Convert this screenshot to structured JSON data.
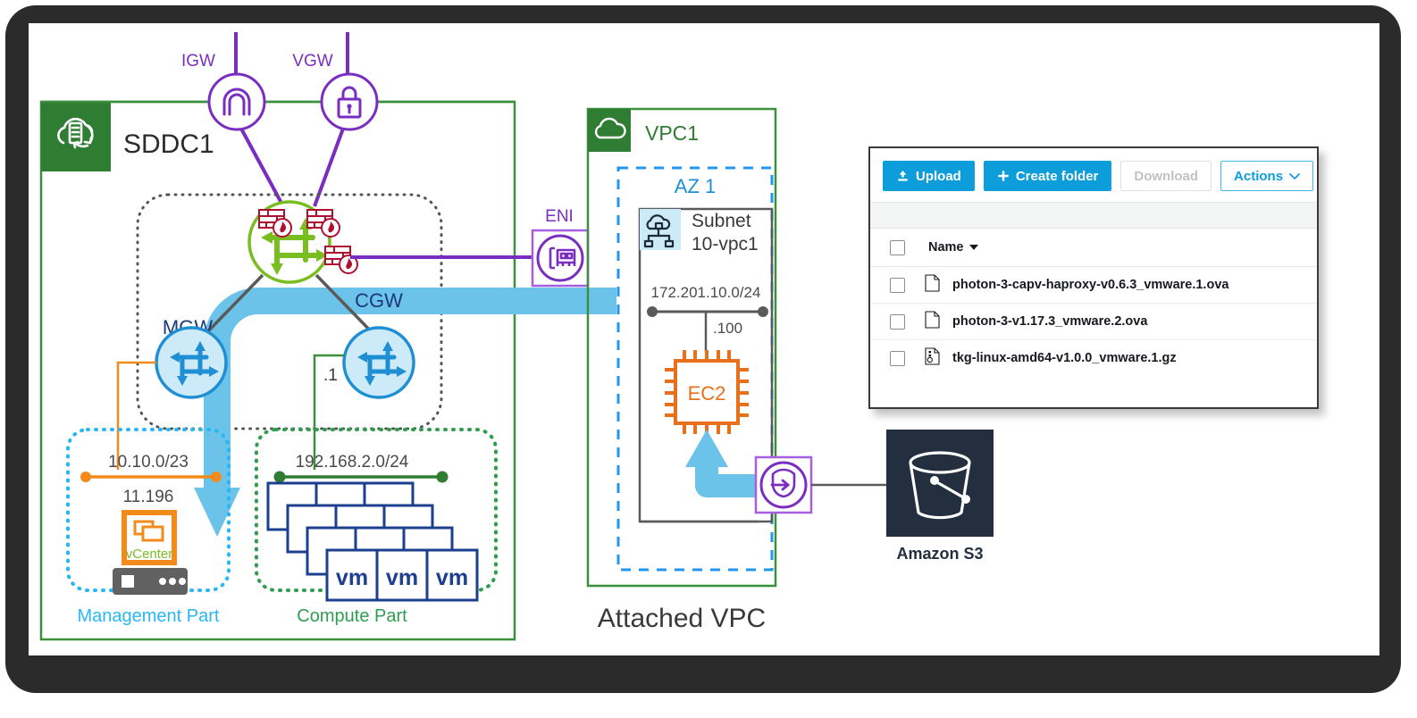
{
  "diagram": {
    "title_sddc": "SDDC1",
    "title_vpc": "VPC1",
    "attached_vpc_caption": "Attached VPC",
    "gateways": {
      "igw": "IGW",
      "vgw": "VGW",
      "mgw": "MGW",
      "cgw": "CGW",
      "eni": "ENI"
    },
    "az": "AZ 1",
    "subnet_name_line1": "Subnet",
    "subnet_name_line2": "10-vpc1",
    "subnet_cidr": "172.201.10.0/24",
    "ec2_host_suffix": ".100",
    "ec2_label": "EC2",
    "s3_caption": "Amazon S3",
    "management": {
      "zone_label": "Management Part",
      "cidr": "10.10.0/23",
      "host": "11.196",
      "vcenter_label": "vCenter"
    },
    "compute": {
      "zone_label": "Compute Part",
      "cidr": "192.168.2.0/24",
      "cgw_host_suffix": ".1",
      "vm_label": "vm"
    },
    "colors": {
      "green_header": "#2e7d32",
      "green_border": "#3c8f3c",
      "purple": "#7a2ec1",
      "router_blue": "#1f8fd4",
      "flow_blue": "#6cc3ea",
      "orange": "#f28b1c",
      "ec2_orange": "#e8701a",
      "vm_navy": "#1d3f8f",
      "firewall_red": "#b01030",
      "nsx_green": "#78be20",
      "az_blue": "#2196f3",
      "mgmt_cyan": "#29b6f6",
      "compute_green": "#2e9e4f",
      "s3_dark": "#232f3e"
    }
  },
  "s3console": {
    "toolbar": {
      "upload_label": "Upload",
      "create_folder_label": "Create folder",
      "download_label": "Download",
      "actions_label": "Actions"
    },
    "columns": [
      "Name"
    ],
    "rows": [
      {
        "name": "photon-3-capv-haproxy-v0.6.3_vmware.1.ova",
        "icon": "file-icon"
      },
      {
        "name": "photon-3-v1.17.3_vmware.2.ova",
        "icon": "file-icon"
      },
      {
        "name": "tkg-linux-amd64-v1.0.0_vmware.1.gz",
        "icon": "archive-file-icon"
      }
    ]
  }
}
